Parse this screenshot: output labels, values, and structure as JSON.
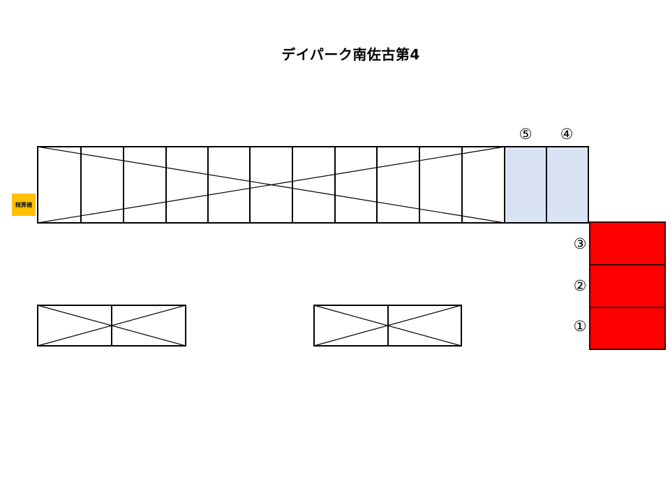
{
  "title": "デイパーク南佐古第4",
  "payment_machine": {
    "label": "精算機",
    "color": "#ffc000"
  },
  "colors": {
    "line": "#000000",
    "available_slot_fill": "#dae3f3",
    "occupied_slot_fill": "#ff0000",
    "occupied_slot_border": "#3a0000"
  },
  "slots": [
    {
      "number": "①",
      "id": 1,
      "status": "red",
      "color": "#ff0000"
    },
    {
      "number": "②",
      "id": 2,
      "status": "red",
      "color": "#ff0000"
    },
    {
      "number": "③",
      "id": 3,
      "status": "red",
      "color": "#ff0000"
    },
    {
      "number": "④",
      "id": 4,
      "status": "blue",
      "color": "#dae3f3"
    },
    {
      "number": "⑤",
      "id": 5,
      "status": "blue",
      "color": "#dae3f3"
    }
  ],
  "unavailable_areas": [
    {
      "name": "top-strip",
      "cells": 11
    },
    {
      "name": "bottom-left",
      "cells": 2
    },
    {
      "name": "bottom-middle",
      "cells": 2
    }
  ]
}
